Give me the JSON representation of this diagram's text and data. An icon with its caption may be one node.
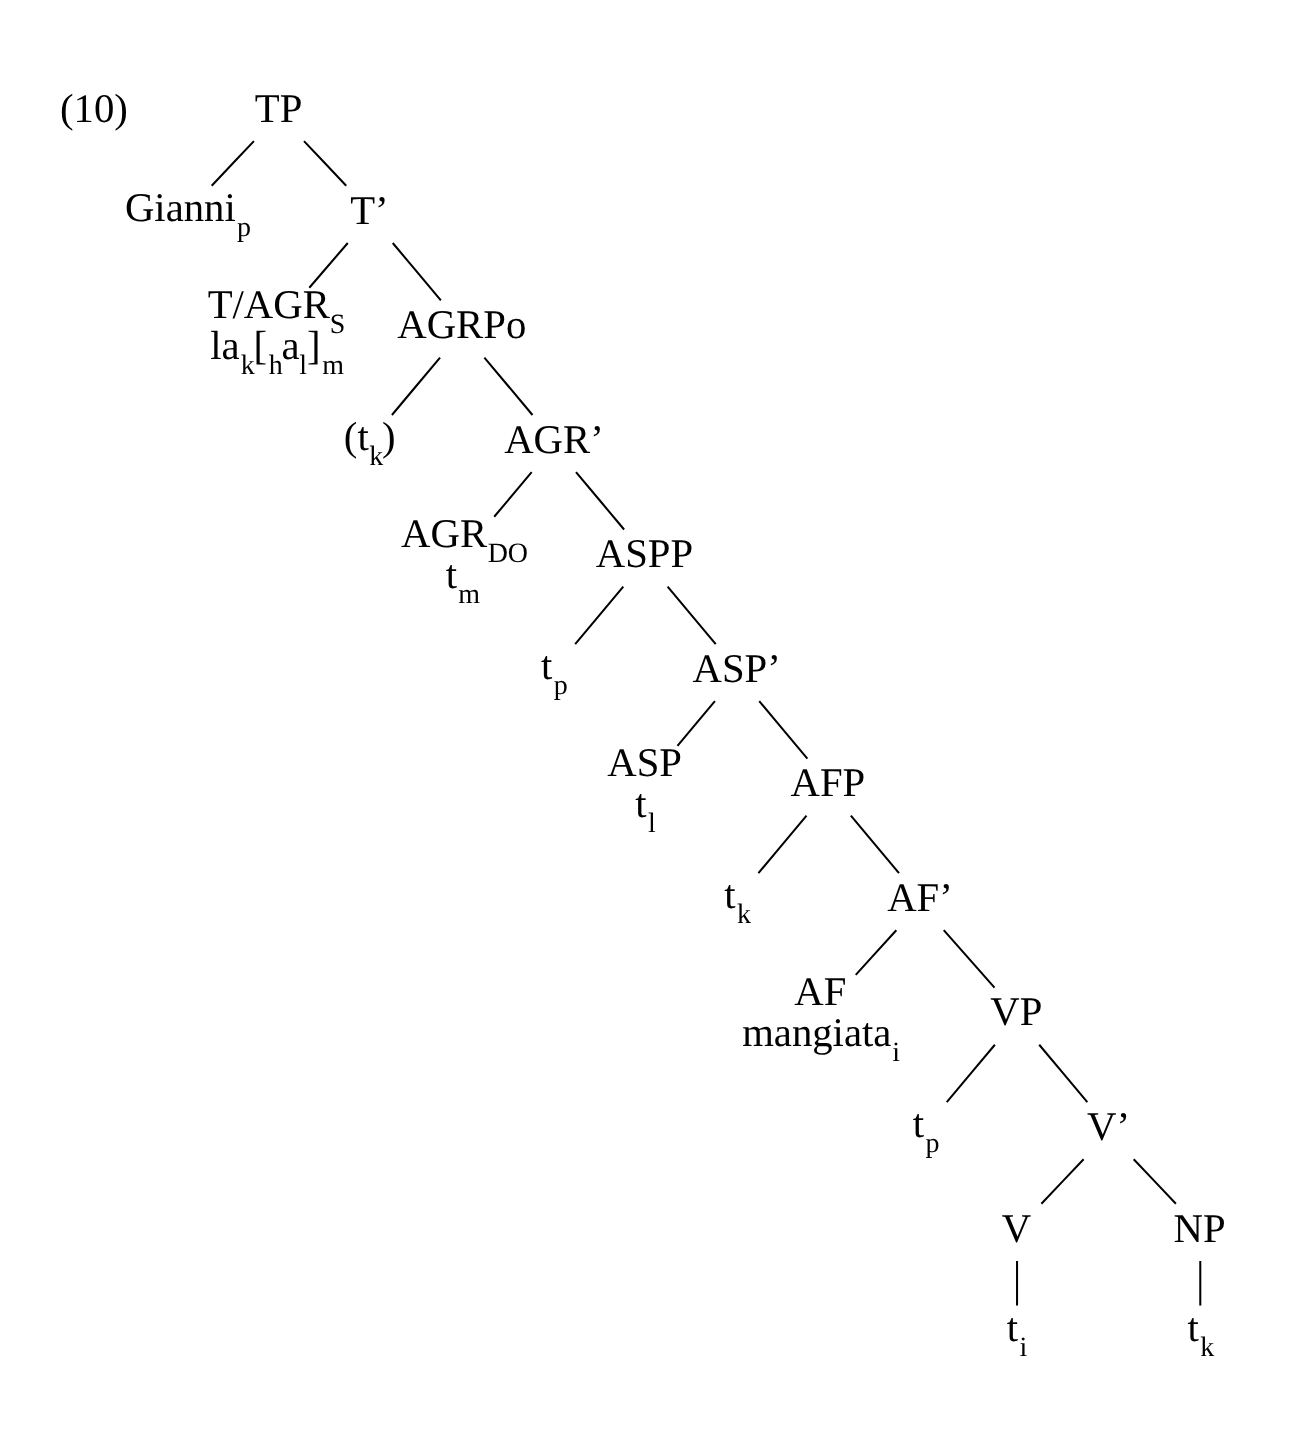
{
  "diagram": {
    "nodes": [
      {
        "text": [
          "TP"
        ]
      },
      {
        "text": [
          "Gianni$_{p}$"
        ]
      },
      {
        "text": [
          "T’"
        ]
      },
      {
        "text": [
          "T/AGR$_{S}$",
          "la$_{k}$[$_{h}$a$_{l}$]$_{m}$"
        ]
      },
      {
        "text": [
          "AGRPo"
        ]
      },
      {
        "text": [
          "(t$_{k}$)"
        ]
      },
      {
        "text": [
          "AGR’"
        ]
      },
      {
        "text": [
          "AGR$_{DO}$",
          "t$_{m}$"
        ]
      },
      {
        "text": [
          "ASPP"
        ]
      },
      {
        "text": [
          "t$_{p}$"
        ]
      },
      {
        "text": [
          "ASP’"
        ]
      },
      {
        "text": [
          "ASP",
          "t$_{l}$"
        ]
      },
      {
        "text": [
          "AFP"
        ]
      },
      {
        "text": [
          "t$_{k}$"
        ]
      },
      {
        "text": [
          "AF’"
        ]
      },
      {
        "text": [
          "AF",
          "mangiata$_{i}$"
        ]
      },
      {
        "text": [
          "VP"
        ]
      },
      {
        "text": [
          "t$_{p}$"
        ]
      },
      {
        "text": [
          "V’"
        ]
      },
      {
        "text": [
          "V"
        ]
      },
      {
        "text": [
          "NP"
        ]
      },
      {
        "text": [
          "t$_{i}$"
        ]
      },
      {
        "text": [
          "t$_{k}$"
        ]
      }
    ],
    "edges": [
      {
        "from": 0,
        "to": 1,
        "arrow": "none"
      },
      {
        "from": 0,
        "to": 2,
        "arrow": "none"
      },
      {
        "from": 2,
        "to": 3,
        "arrow": "none"
      },
      {
        "from": 2,
        "to": 4,
        "arrow": "none"
      },
      {
        "from": 4,
        "to": 5,
        "arrow": "none"
      },
      {
        "from": 4,
        "to": 6,
        "arrow": "none"
      },
      {
        "from": 6,
        "to": 7,
        "arrow": "none"
      },
      {
        "from": 6,
        "to": 8,
        "arrow": "none"
      },
      {
        "from": 8,
        "to": 9,
        "arrow": "none"
      },
      {
        "from": 8,
        "to": 10,
        "arrow": "none"
      },
      {
        "from": 10,
        "to": 11,
        "arrow": "none"
      },
      {
        "from": 10,
        "to": 12,
        "arrow": "none"
      },
      {
        "from": 12,
        "to": 13,
        "arrow": "none"
      },
      {
        "from": 12,
        "to": 14,
        "arrow": "none"
      },
      {
        "from": 14,
        "to": 15,
        "arrow": "none"
      },
      {
        "from": 14,
        "to": 16,
        "arrow": "none"
      },
      {
        "from": 16,
        "to": 17,
        "arrow": "none"
      },
      {
        "from": 16,
        "to": 18,
        "arrow": "none"
      },
      {
        "from": 18,
        "to": 19,
        "arrow": "none"
      },
      {
        "from": 18,
        "to": 20,
        "arrow": "none"
      },
      {
        "from": 19,
        "to": 21,
        "arrow": "none"
      },
      {
        "from": 20,
        "to": 22,
        "arrow": "none"
      }
    ],
    "labels": [
      "(10)"
    ]
  }
}
